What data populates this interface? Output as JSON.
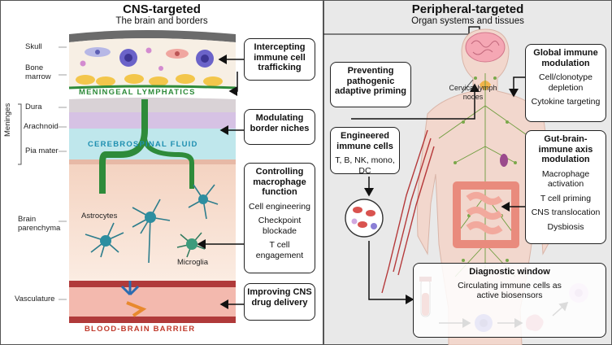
{
  "left": {
    "title": "CNS-targeted",
    "subtitle": "The brain and borders",
    "layers": {
      "skull": "Skull",
      "bone_marrow": "Bone marrow",
      "meninges": "Meninges",
      "dura": "Dura",
      "arachnoid": "Arachnoid",
      "pia": "Pia mater",
      "parenchyma": "Brain parenchyma",
      "vasculature": "Vasculature"
    },
    "bands": {
      "meningeal": "MENINGEAL LYMPHATICS",
      "csf": "CEREBROSPINAL FLUID",
      "bbb": "BLOOD-BRAIN BARRIER"
    },
    "cells": {
      "astrocytes": "Astrocytes",
      "microglia": "Microglia"
    },
    "boxes": {
      "intercepting": "Intercepting immune cell trafficking",
      "modulating": "Modulating border niches",
      "controlling": "Controlling macrophage function",
      "cell_eng": "Cell engineering",
      "checkpoint": "Checkpoint blockade",
      "tcell_eng": "T cell engagement",
      "improving": "Improving CNS drug delivery"
    }
  },
  "right": {
    "title": "Peripheral-targeted",
    "subtitle": "Organ systems and tissues",
    "cervical": "Cervical lymph nodes",
    "boxes": {
      "preventing": "Preventing pathogenic adaptive priming",
      "engineered": "Engineered immune cells",
      "engineered_sub": "T, B, NK, mono, DC",
      "global": "Global immune modulation",
      "global_items": [
        "Cell/clonotype depletion",
        "Cytokine targeting"
      ],
      "gut": "Gut-brain-immune axis modulation",
      "gut_items": [
        "Macrophage activation",
        "T cell priming",
        "CNS translocation",
        "Dysbiosis"
      ],
      "diag": "Diagnostic window",
      "diag_sub": "Circulating immune cells as active biosensors"
    }
  },
  "colors": {
    "meningeal_green": "#2e8b3a",
    "csf_blue": "#1e8fb0",
    "bbb_red": "#c0392b",
    "right_bg": "#e9e9e9"
  }
}
